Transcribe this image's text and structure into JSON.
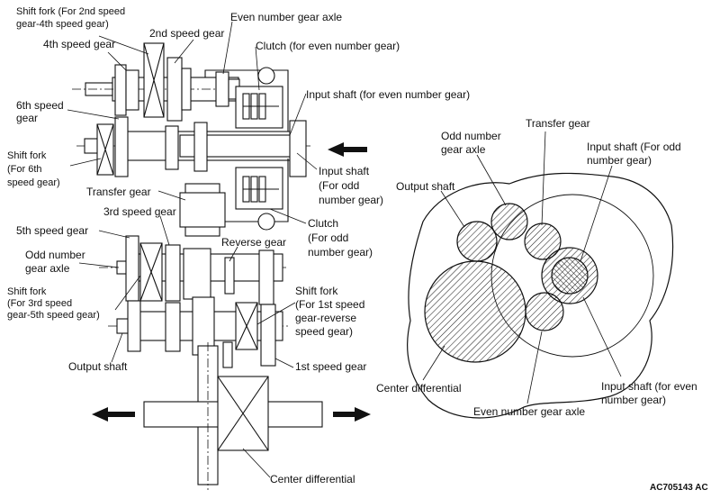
{
  "labels": {
    "shift_fork_2_4": "Shift fork (For 2nd speed\ngear-4th speed gear)",
    "fourth_speed_gear": "4th speed gear",
    "second_speed_gear": "2nd speed gear",
    "even_number_gear_axle": "Even number gear axle",
    "clutch_even": "Clutch (for even number gear)",
    "sixth_speed_gear": "6th speed\ngear",
    "input_shaft_even": "Input shaft (for even number gear)",
    "shift_fork_6": "Shift fork\n(For 6th\nspeed gear)",
    "input_shaft_odd": "Input shaft\n(For odd\nnumber gear)",
    "transfer_gear": "Transfer gear",
    "third_speed_gear": "3rd speed gear",
    "clutch_odd": "Clutch\n(For odd\nnumber gear)",
    "fifth_speed_gear": "5th speed gear",
    "reverse_gear": "Reverse gear",
    "odd_number_gear_axle": "Odd number\ngear axle",
    "shift_fork_3_5": "Shift fork\n(For 3rd speed\ngear-5th speed gear)",
    "shift_fork_1_r": "Shift fork\n(For 1st speed\ngear-reverse\nspeed gear)",
    "output_shaft_left": "Output shaft",
    "first_speed_gear": "1st speed gear",
    "center_differential_bottom": "Center differential",
    "r_odd_number_gear_axle": "Odd number\ngear axle",
    "r_transfer_gear": "Transfer gear",
    "r_input_shaft_odd": "Input shaft (For odd\nnumber gear)",
    "r_output_shaft": "Output shaft",
    "r_center_differential": "Center differential",
    "r_even_number_gear_axle": "Even number gear axle",
    "r_input_shaft_even": "Input shaft (for even\nnumber gear)"
  },
  "figure_code": "AC705143 AC"
}
